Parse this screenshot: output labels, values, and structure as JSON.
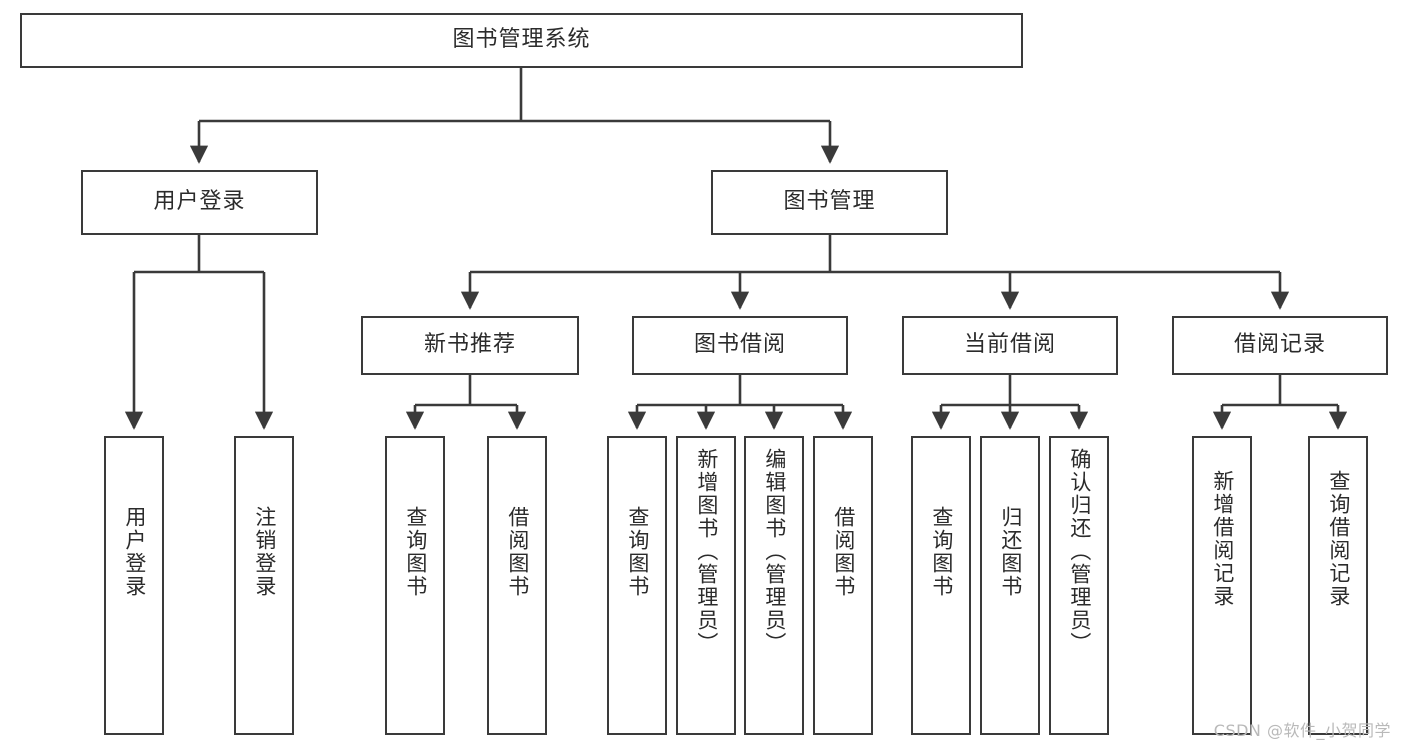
{
  "diagram": {
    "type": "tree-hierarchy-diagram",
    "title": "图书管理系统",
    "watermark": "CSDN @软件_小贺同学",
    "colors": {
      "background": "#ffffff",
      "border": "#3a3a3a",
      "text": "#2b2b2b",
      "connector": "#3a3a3a",
      "watermark": "#b9b9b9"
    },
    "root": {
      "label": "图书管理系统"
    },
    "level2": [
      {
        "label": "用户登录"
      },
      {
        "label": "图书管理"
      }
    ],
    "level3": [
      {
        "label": "新书推荐"
      },
      {
        "label": "图书借阅"
      },
      {
        "label": "当前借阅"
      },
      {
        "label": "借阅记录"
      }
    ],
    "leaves": {
      "user_login": [
        {
          "label": "用户登录"
        },
        {
          "label": "注销登录"
        }
      ],
      "new_book_recommend": [
        {
          "label": "查询图书"
        },
        {
          "label": "借阅图书"
        }
      ],
      "book_borrow": [
        {
          "label": "查询图书"
        },
        {
          "label": "新增图书（管理员）"
        },
        {
          "label": "编辑图书（管理员）"
        },
        {
          "label": "借阅图书"
        }
      ],
      "current_borrow": [
        {
          "label": "查询图书"
        },
        {
          "label": "归还图书"
        },
        {
          "label": "确认归还（管理员）"
        }
      ],
      "borrow_record": [
        {
          "label": "新增借阅记录"
        },
        {
          "label": "查询借阅记录"
        }
      ]
    }
  }
}
